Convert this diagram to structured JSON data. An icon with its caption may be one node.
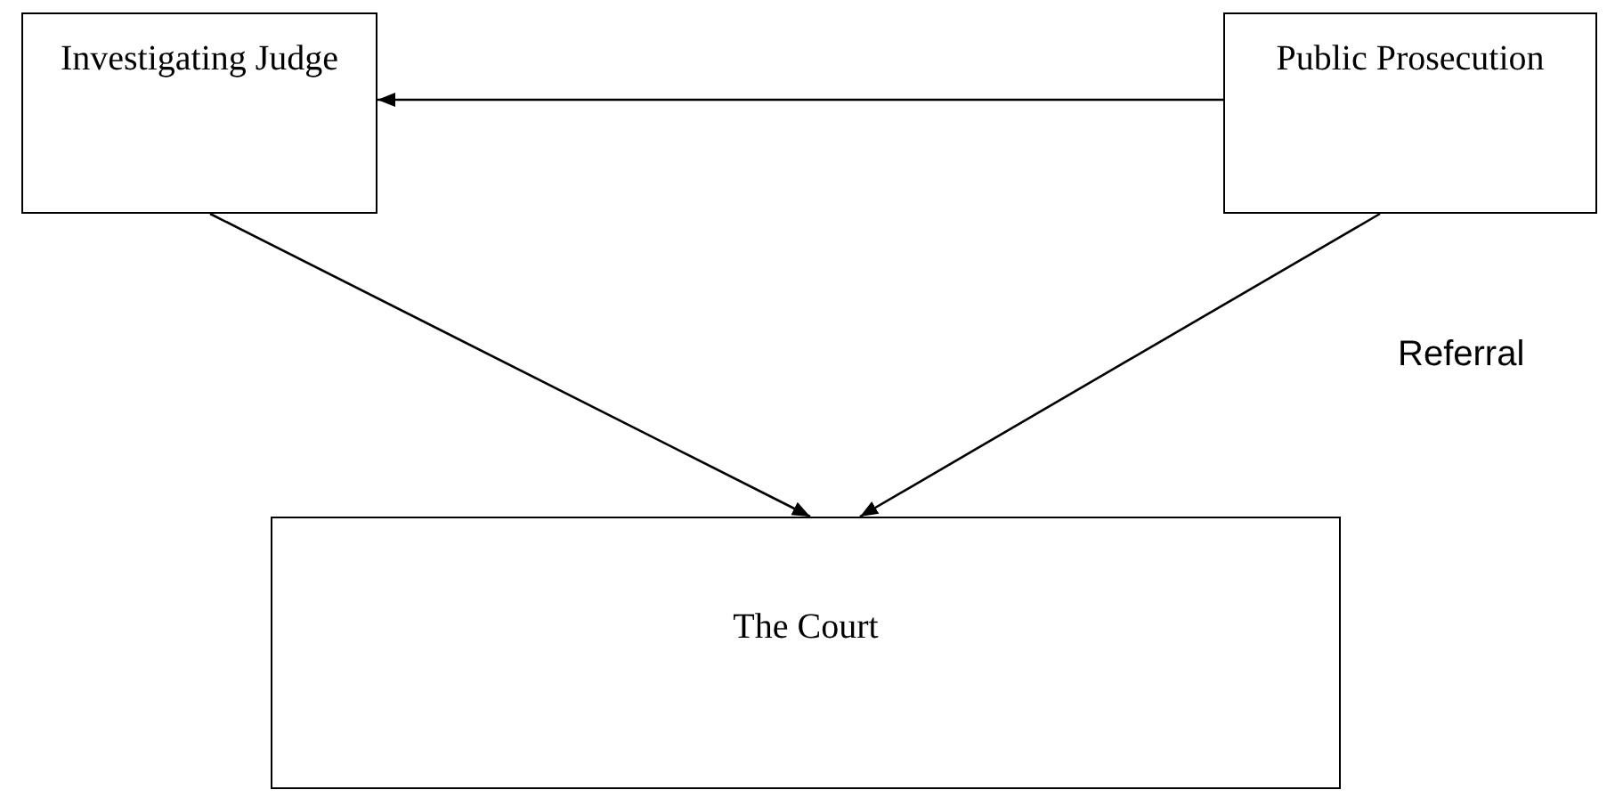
{
  "diagram": {
    "nodes": [
      {
        "text": [
          "Investigating Judge"
        ]
      },
      {
        "text": [
          "Public Prosecution"
        ]
      },
      {
        "text": [
          "The Court"
        ]
      }
    ],
    "edges": [
      {
        "from": 1,
        "to": 0,
        "arrow": "to"
      },
      {
        "from": 0,
        "to": 2,
        "arrow": "to"
      },
      {
        "from": 1,
        "to": 2,
        "arrow": "to",
        "label": "Referral"
      }
    ]
  }
}
